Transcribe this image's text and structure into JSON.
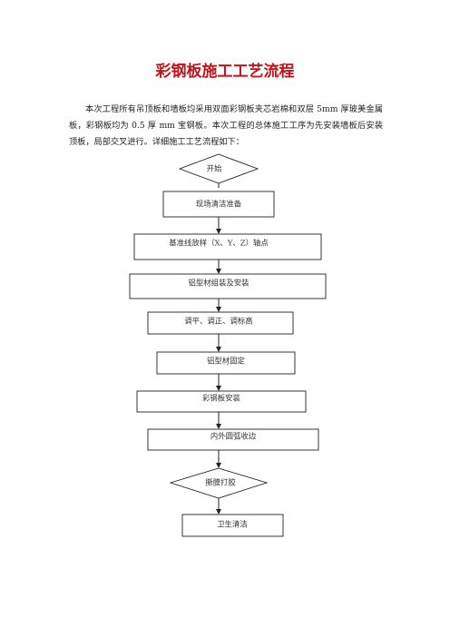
{
  "title": "彩钢板施工工艺流程",
  "intro": "本次工程所有吊顶板和墙板均采用双面彩钢板夹芯岩棉和双层 5mm 厚玻美金属板，彩钢板均为 0.5 厚 mm 宝钢板。本次工程的总体施工工序为先安装墙板后安装顶板，局部交叉进行。详细施工工艺流程如下：",
  "flow": {
    "start": "开始",
    "step1": "现场清洁准备",
    "step2": "基准线放样（X、Y、Z）轴点",
    "step3": "铝型材组装及安装",
    "step4": "调平、调正、调标高",
    "step5": "铝型材固定",
    "step6": "彩钢板安装",
    "step7": "内外圆弧收边",
    "step8": "撕膜打胶",
    "end": "卫生清洁"
  }
}
